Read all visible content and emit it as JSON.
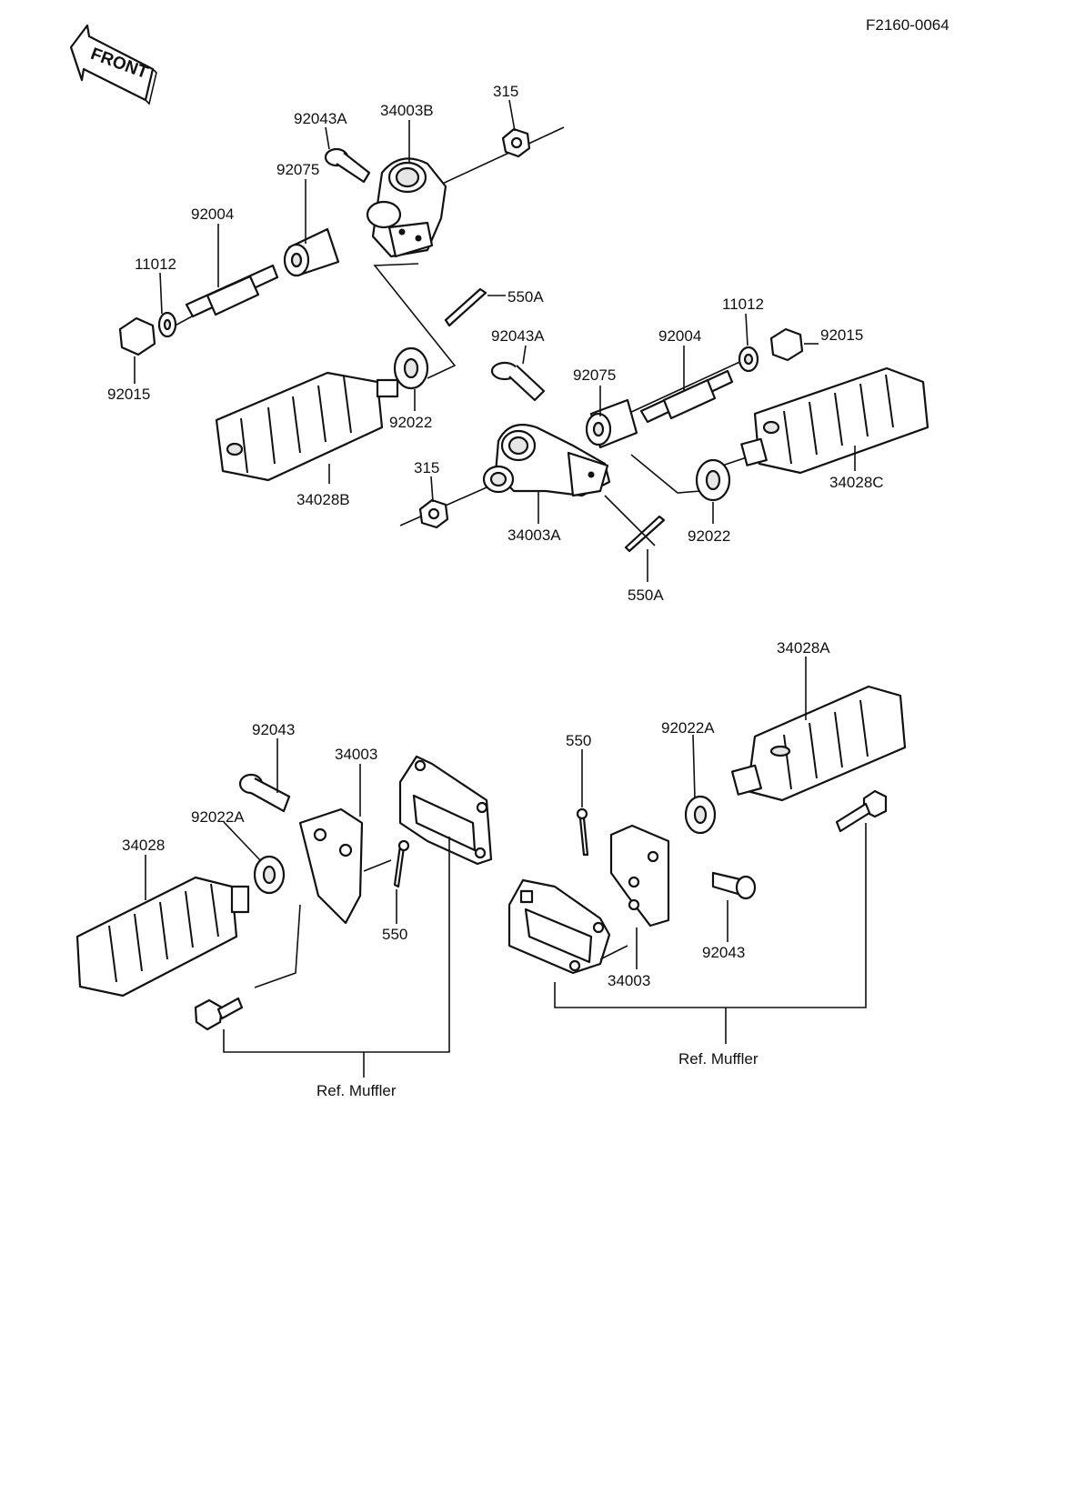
{
  "diagram_code": "F2160-0064",
  "front_label": "FRONT",
  "labels": {
    "p92043A_top": "92043A",
    "p34003B": "34003B",
    "p315_top": "315",
    "p92075_top": "92075",
    "p92004_top": "92004",
    "p11012_left": "11012",
    "p550A_top": "550A",
    "p92015_left": "92015",
    "p92022_left": "92022",
    "p34028B": "34028B",
    "p92043A_mid": "92043A",
    "p11012_right": "11012",
    "p92004_mid": "92004",
    "p92015_right": "92015",
    "p92075_mid": "92075",
    "p315_mid": "315",
    "p34003A": "34003A",
    "p92022_mid": "92022",
    "p34028C": "34028C",
    "p550A_mid": "550A",
    "p34028A": "34028A",
    "p92043_left": "92043",
    "p34003_left": "34003",
    "p550_right": "550",
    "p92022A_right": "92022A",
    "p92022A_left": "92022A",
    "p34028": "34028",
    "p550_left": "550",
    "p92043_right": "92043",
    "p34003_right": "34003",
    "ref_muffler_left": "Ref. Muffler",
    "ref_muffler_right": "Ref. Muffler"
  }
}
